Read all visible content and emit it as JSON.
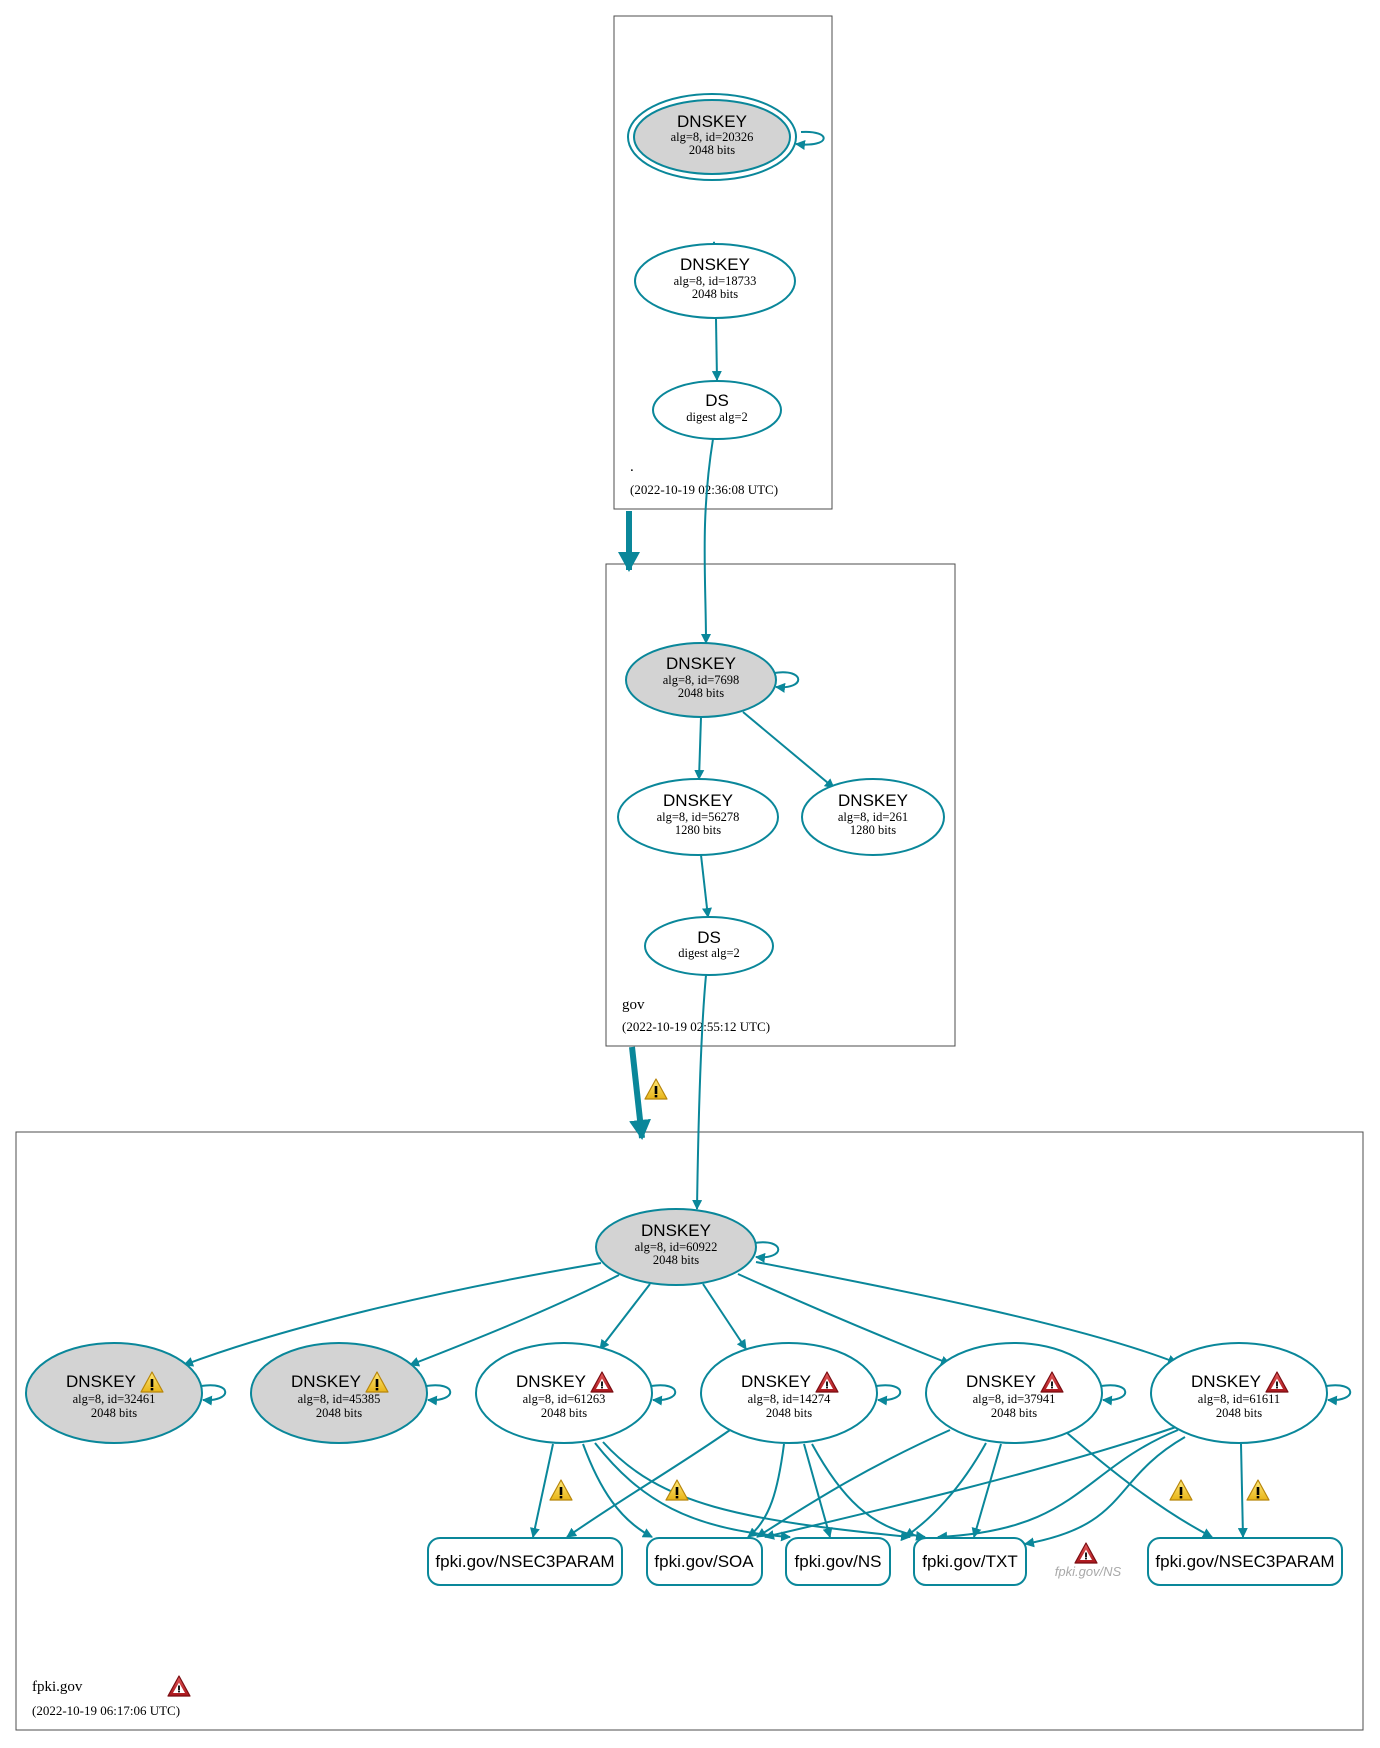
{
  "colors": {
    "edge": "#0a879a",
    "ksk_fill": "#d3d3d3",
    "warning": "#f4c430",
    "error": "#c0272d",
    "ghost_text": "#a9a9a9"
  },
  "zones": {
    "root": {
      "name": ".",
      "time": "(2022-10-19 02:36:08 UTC)"
    },
    "gov": {
      "name": "gov",
      "time": "(2022-10-19 02:55:12 UTC)"
    },
    "fpki": {
      "name": "fpki.gov",
      "time": "(2022-10-19 06:17:06 UTC)"
    }
  },
  "nodes": {
    "root_ksk": {
      "title": "DNSKEY",
      "l1": "alg=8, id=20326",
      "l2": "2048 bits"
    },
    "root_zsk": {
      "title": "DNSKEY",
      "l1": "alg=8, id=18733",
      "l2": "2048 bits"
    },
    "root_ds": {
      "title": "DS",
      "l1": "digest alg=2"
    },
    "gov_ksk": {
      "title": "DNSKEY",
      "l1": "alg=8, id=7698",
      "l2": "2048 bits"
    },
    "gov_zsk1": {
      "title": "DNSKEY",
      "l1": "alg=8, id=56278",
      "l2": "1280 bits"
    },
    "gov_zsk2": {
      "title": "DNSKEY",
      "l1": "alg=8, id=261",
      "l2": "1280 bits"
    },
    "gov_ds": {
      "title": "DS",
      "l1": "digest alg=2"
    },
    "fpki_ksk": {
      "title": "DNSKEY",
      "l1": "alg=8, id=60922",
      "l2": "2048 bits"
    },
    "k32461": {
      "title": "DNSKEY",
      "l1": "alg=8, id=32461",
      "l2": "2048 bits"
    },
    "k45385": {
      "title": "DNSKEY",
      "l1": "alg=8, id=45385",
      "l2": "2048 bits"
    },
    "k61263": {
      "title": "DNSKEY",
      "l1": "alg=8, id=61263",
      "l2": "2048 bits"
    },
    "k14274": {
      "title": "DNSKEY",
      "l1": "alg=8, id=14274",
      "l2": "2048 bits"
    },
    "k37941": {
      "title": "DNSKEY",
      "l1": "alg=8, id=37941",
      "l2": "2048 bits"
    },
    "k61611": {
      "title": "DNSKEY",
      "l1": "alg=8, id=61611",
      "l2": "2048 bits"
    }
  },
  "rrsets": {
    "nsec3param_a": "fpki.gov/NSEC3PARAM",
    "soa": "fpki.gov/SOA",
    "ns": "fpki.gov/NS",
    "txt": "fpki.gov/TXT",
    "ns_ghost": "fpki.gov/NS",
    "nsec3param_b": "fpki.gov/NSEC3PARAM"
  }
}
